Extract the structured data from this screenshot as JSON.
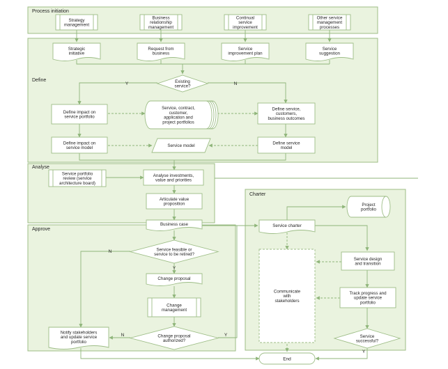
{
  "colors": {
    "lane_fill": "#eaf3df",
    "lane_stroke": "#9dbd86",
    "box_fill": "#ffffff",
    "box_stroke": "#9dbd86",
    "arrow": "#8fb57a",
    "text": "#1f1f1f"
  },
  "lanes": {
    "initiation": "Process initiation",
    "define": "Define",
    "analyse": "Analyse",
    "approve": "Approve",
    "charter": "Charter"
  },
  "initiators": [
    {
      "id": "strategy",
      "lines": [
        "Strategy",
        "management"
      ]
    },
    {
      "id": "brm",
      "lines": [
        "Business",
        "relationship",
        "management"
      ]
    },
    {
      "id": "csi",
      "lines": [
        "Continual",
        "service",
        "improvement"
      ]
    },
    {
      "id": "other",
      "lines": [
        "Other service",
        "management",
        "processes"
      ]
    }
  ],
  "documents": [
    {
      "id": "strategic",
      "lines": [
        "Strategic",
        "initiative"
      ]
    },
    {
      "id": "request",
      "lines": [
        "Request from",
        "business"
      ]
    },
    {
      "id": "improvement",
      "lines": [
        "Service",
        "improvement plan"
      ]
    },
    {
      "id": "suggestion",
      "lines": [
        "Service",
        "suggestion"
      ]
    }
  ],
  "define": {
    "existing": [
      "Existing",
      "service?"
    ],
    "yes": "Y",
    "no": "N",
    "impact_portfolio": [
      "Define impact on",
      "service portfolio"
    ],
    "portfolios": [
      "Service, contract,",
      "customer,",
      "application and",
      "project portfolios"
    ],
    "define_service": [
      "Define service,",
      "customers,",
      "business outcomes"
    ],
    "impact_model": [
      "Define impact on",
      "service model"
    ],
    "service_model": [
      "Service model"
    ],
    "define_model": [
      "Define service",
      "model"
    ]
  },
  "analyse": {
    "review": [
      "Service portfolio",
      "review (service",
      "architecture board)"
    ],
    "investments": [
      "Analyse investments,",
      "value and priorities"
    ],
    "articulate": [
      "Articulate value",
      "proposition"
    ],
    "business_case": [
      "Business case"
    ]
  },
  "approve": {
    "feasible": [
      "Service feasible or",
      "service to be retired?"
    ],
    "feasible_no": "N",
    "feasible_yes": "Y",
    "change_proposal": [
      "Change proposal"
    ],
    "change_mgmt": [
      "Change",
      "management"
    ],
    "authorized": [
      "Change proposal",
      "authorized?"
    ],
    "authorized_no": "N",
    "authorized_yes": "Y",
    "notify": [
      "Notify stakeholders",
      "and update service",
      "portfolio"
    ]
  },
  "charter": {
    "project_portfolio": [
      "Project",
      "portfolio"
    ],
    "service_charter": [
      "Service charter"
    ],
    "communicate": [
      "Communicate",
      "with",
      "stakeholders"
    ],
    "design": [
      "Service design",
      "and transition"
    ],
    "track": [
      "Track progress and",
      "update service",
      "portfolio"
    ],
    "successful": [
      "Service",
      "successful?"
    ],
    "successful_yes": "Y"
  },
  "end": [
    "End"
  ]
}
